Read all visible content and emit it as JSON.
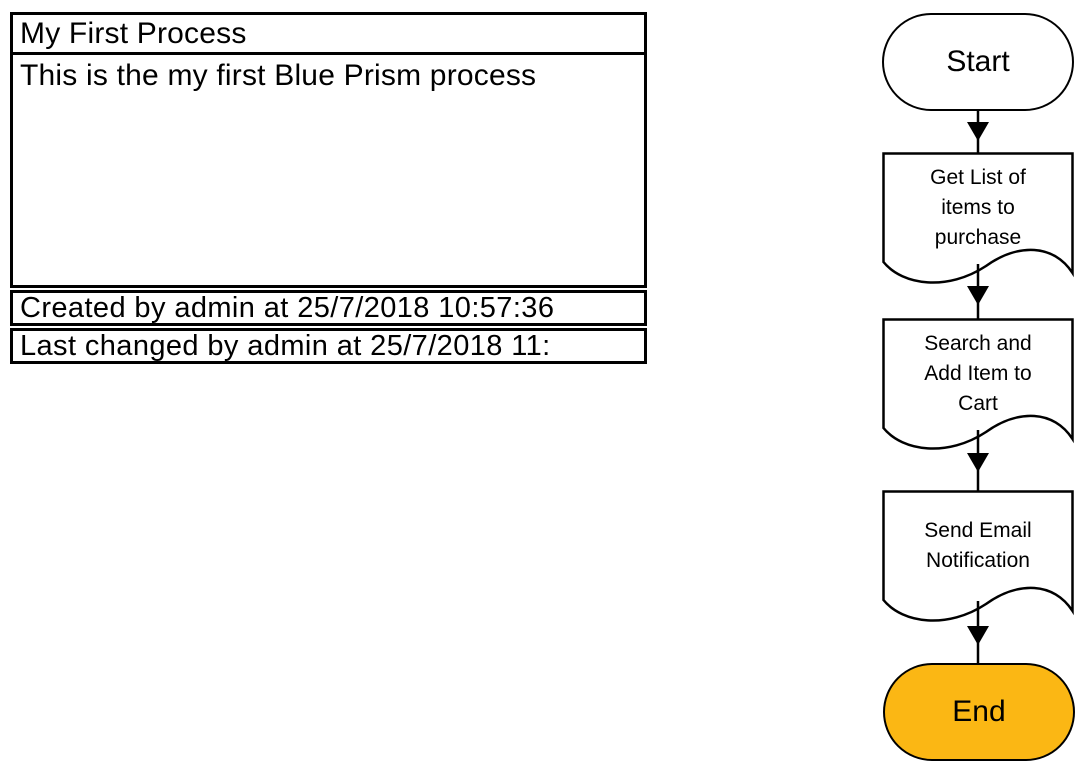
{
  "info_box": {
    "title": "My First Process",
    "description": "This is the my first Blue Prism process",
    "created": "Created by admin at 25/7/2018 10:57:36",
    "last_changed": "Last changed by admin at 25/7/2018 11:"
  },
  "flowchart": {
    "start": {
      "label": "Start"
    },
    "stages": [
      {
        "name": "get-list-of-items",
        "lines": [
          "Get List of",
          "items to",
          "purchase"
        ]
      },
      {
        "name": "search-and-add-item",
        "lines": [
          "Search and",
          "Add Item to",
          "Cart"
        ]
      },
      {
        "name": "send-email-notification",
        "lines": [
          "Send Email",
          "Notification"
        ]
      }
    ],
    "end": {
      "label": "End",
      "fill": "#FBB714"
    },
    "colors": {
      "stroke": "#000000",
      "stage_fill": "#ffffff"
    }
  }
}
